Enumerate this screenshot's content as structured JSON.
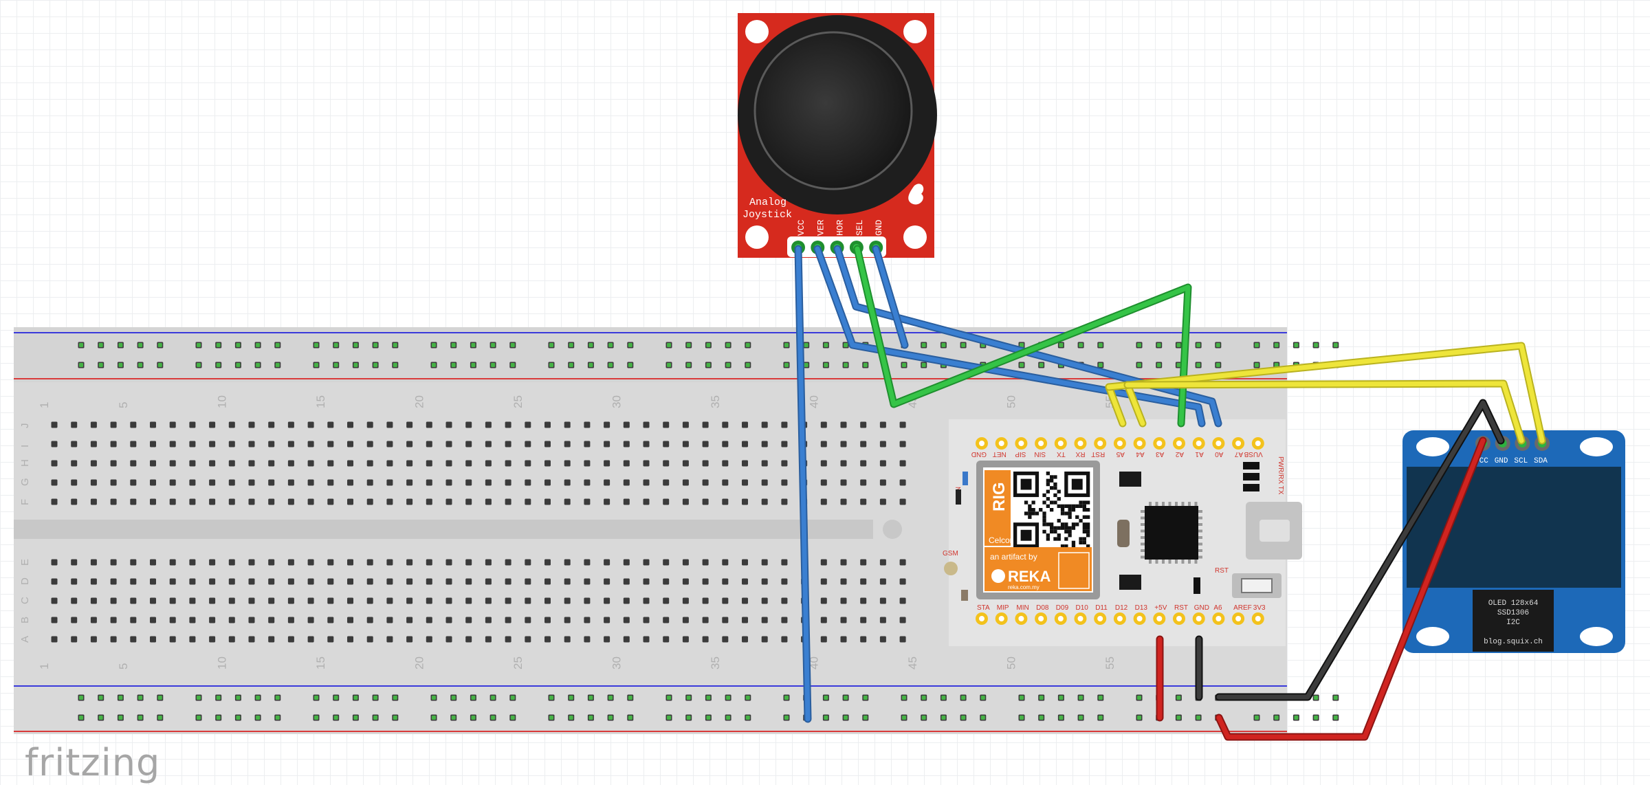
{
  "app": {
    "logo": "fritzing"
  },
  "colors": {
    "canvas_bg": "#ffffff",
    "breadboard": "#d9d9d9",
    "rail_red": "#d93a3a",
    "rail_blue": "#3a3adb",
    "hole_green": "#46b246",
    "joystick_pcb": "#d62a1e",
    "oled_pcb": "#1d69b8",
    "oled_screen": "#11344f",
    "rig_board": "#f2f2f2",
    "wire_blue": "#3a78c9",
    "wire_green": "#2db23f",
    "wire_yellow": "#e8e334",
    "wire_black": "#333333",
    "wire_red": "#c8201d"
  },
  "breadboard": {
    "row_letters_top": [
      "J",
      "I",
      "H",
      "G",
      "F"
    ],
    "row_letters_bottom": [
      "E",
      "D",
      "C",
      "B",
      "A"
    ],
    "column_numbers": [
      "1",
      "5",
      "10",
      "15",
      "20",
      "25",
      "30",
      "35",
      "40",
      "45",
      "50",
      "55"
    ]
  },
  "joystick": {
    "label_lines": [
      "Analog",
      "Joystick"
    ],
    "pins": [
      "VCC",
      "VER",
      "HOR",
      "SEL",
      "GND"
    ]
  },
  "microcontroller": {
    "top_pins": [
      "GND",
      "NET",
      "SIP",
      "SIN",
      "TX",
      "RX",
      "RST",
      "A5",
      "A4",
      "A3",
      "A2",
      "A1",
      "A0",
      "A7",
      "VUSB"
    ],
    "bottom_pins": [
      "STA",
      "MIP",
      "MIN",
      "D08",
      "D09",
      "D10",
      "D11",
      "D12",
      "D13",
      "+5V",
      "RST",
      "GND",
      "A6",
      "AREF",
      "3V3"
    ],
    "logo_text": "RIG",
    "logo_sub": "Celcom",
    "artifact_text": "an artifact by",
    "brand": "REKA",
    "brand_url": "reka.com.my",
    "net_label": "NET",
    "gsm_label": "GSM",
    "rst_label": "RST",
    "pwr_label": "PWR/RX TX"
  },
  "oled": {
    "pins": [
      "VCC",
      "GND",
      "SCL",
      "SDA"
    ],
    "label_lines": [
      "OLED 128x64",
      "SSD1306",
      "I2C",
      "",
      "blog.squix.ch"
    ]
  }
}
